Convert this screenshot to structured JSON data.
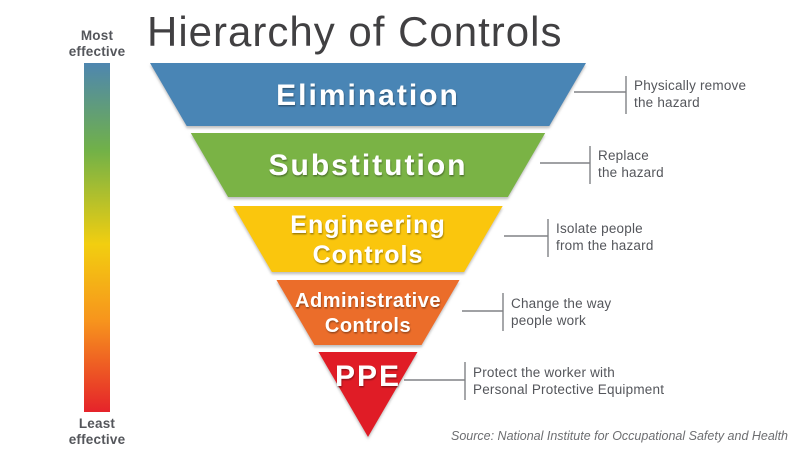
{
  "title": "Hierarchy of Controls",
  "source": "Source: National Institute for Occupational Safety and Health",
  "palette": {
    "background": "#FFFFFF",
    "title_text": "#414042",
    "level_label_text": "#FFFFFF",
    "annotation_text": "#54565B",
    "connector_line": "#808285",
    "scale_label_text": "#54565B",
    "source_text": "#6D6E71"
  },
  "effectiveness_scale": {
    "top_label_line1": "Most",
    "top_label_line2": "effective",
    "bottom_label_line1": "Least",
    "bottom_label_line2": "effective",
    "gradient_stops": [
      {
        "offset": "0%",
        "color": "#4E86B0"
      },
      {
        "offset": "25%",
        "color": "#71B148"
      },
      {
        "offset": "52%",
        "color": "#F2CE10"
      },
      {
        "offset": "74%",
        "color": "#F7941D"
      },
      {
        "offset": "100%",
        "color": "#E5232A"
      }
    ]
  },
  "levels": [
    {
      "name": "Elimination",
      "label_line1": "Elimination",
      "color": "#4A85B5",
      "annotation_line1": "Physically remove",
      "annotation_line2": "the hazard"
    },
    {
      "name": "Substitution",
      "label_line1": "Substitution",
      "color": "#7AB345",
      "annotation_line1": "Replace",
      "annotation_line2": "the hazard"
    },
    {
      "name": "Engineering Controls",
      "label_line1": "Engineering",
      "label_line2": "Controls",
      "color": "#FAC60E",
      "annotation_line1": "Isolate people",
      "annotation_line2": "from the hazard"
    },
    {
      "name": "Administrative Controls",
      "label_line1": "Administrative",
      "label_line2": "Controls",
      "color": "#EB6D29",
      "annotation_line1": "Change the way",
      "annotation_line2": "people work"
    },
    {
      "name": "PPE",
      "label_line1": "PPE",
      "color": "#E01F26",
      "annotation_line1": "Protect the worker with",
      "annotation_line2": "Personal Protective Equipment"
    }
  ]
}
